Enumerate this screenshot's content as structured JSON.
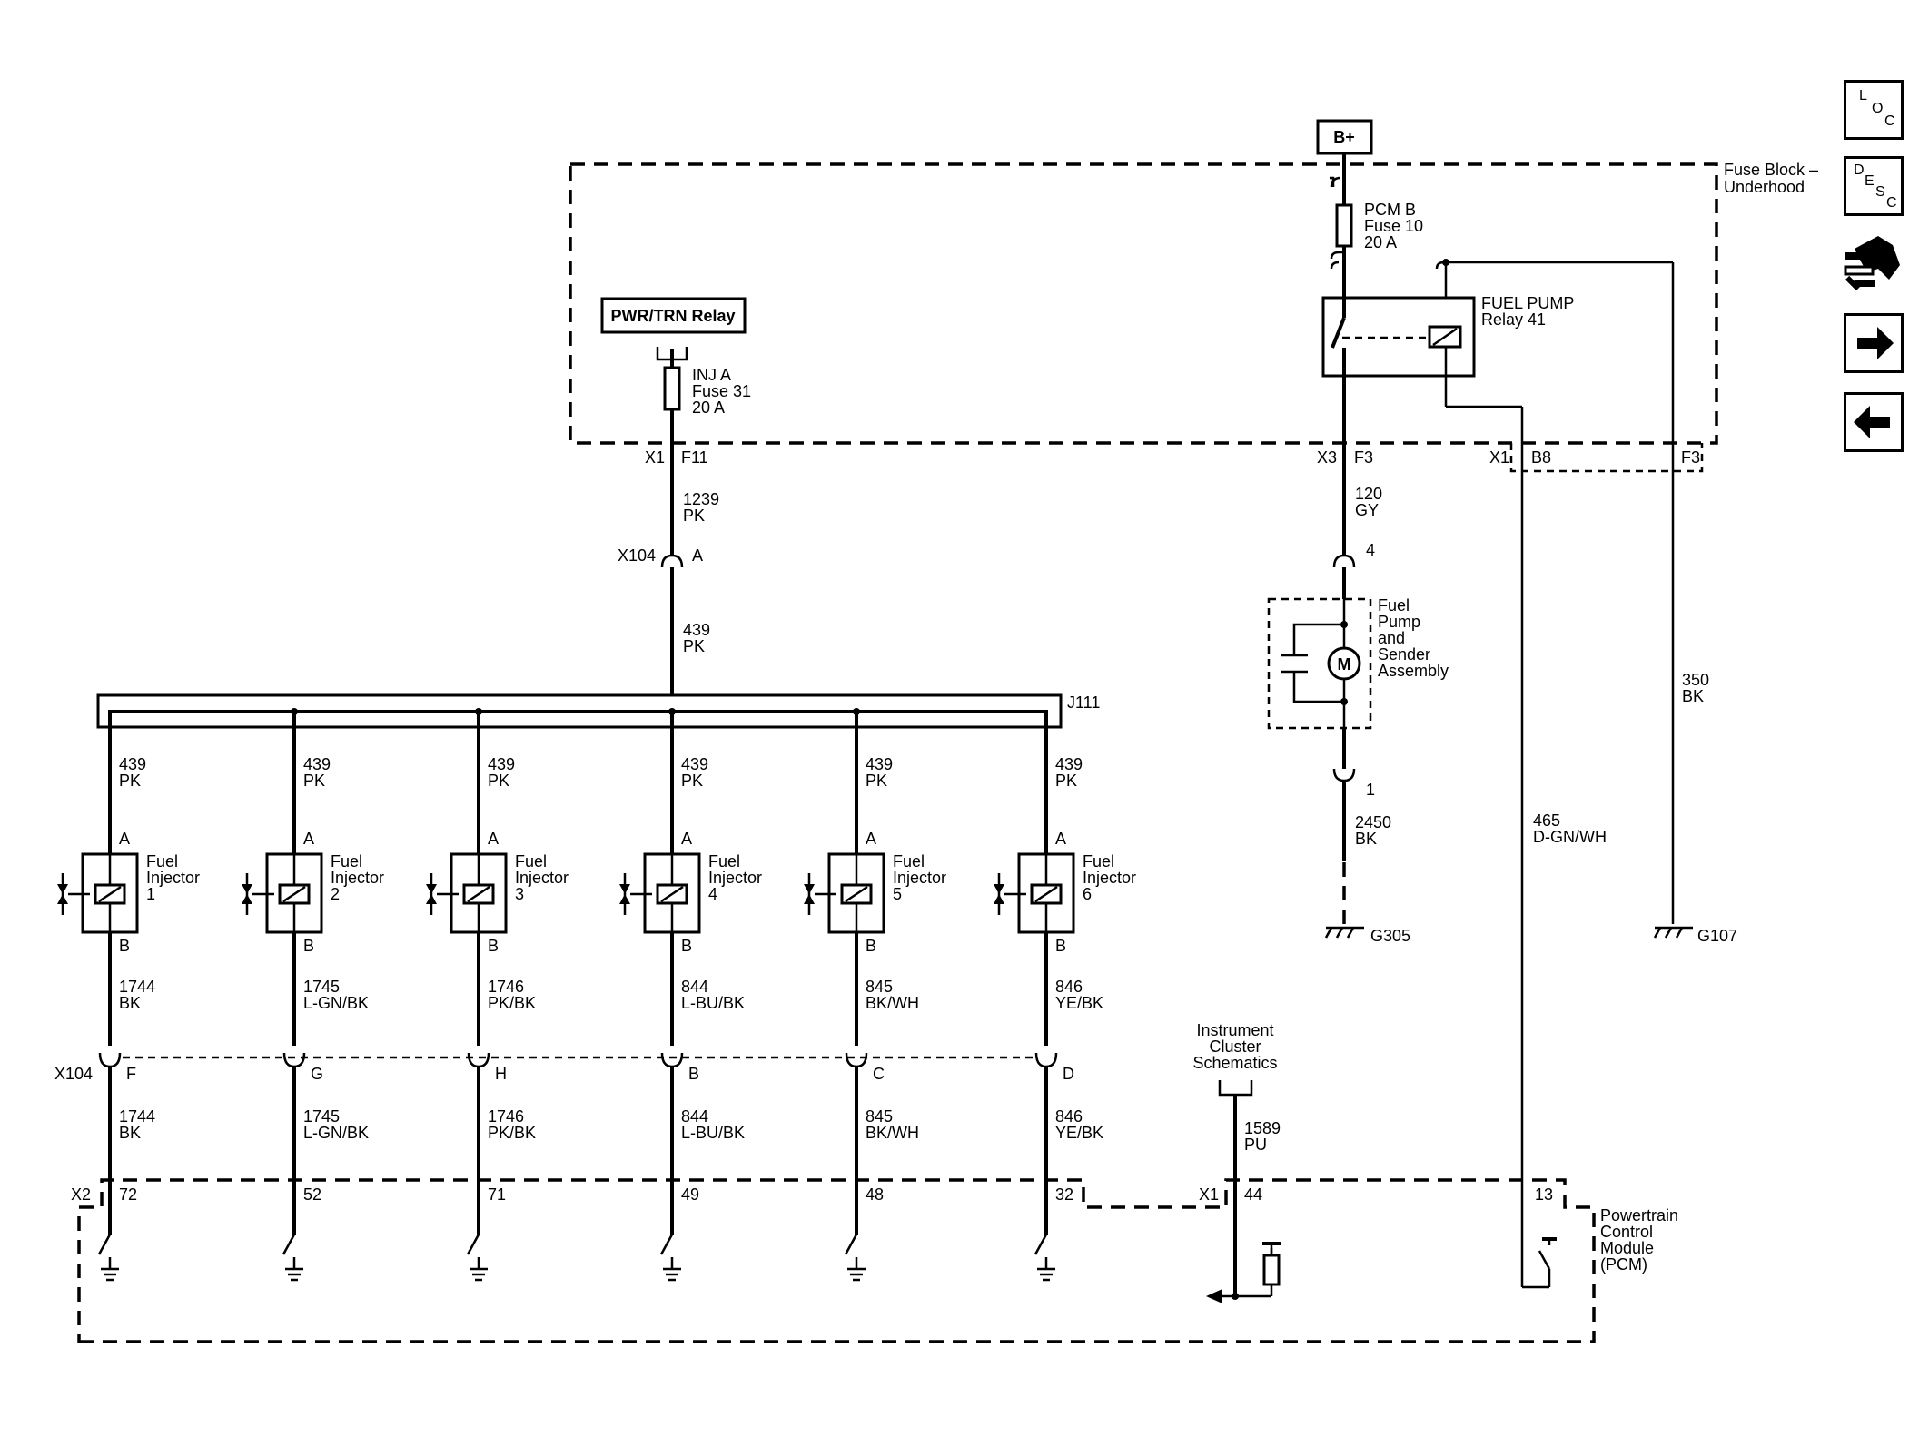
{
  "nav": {
    "loc": [
      "L",
      "O",
      "C"
    ],
    "desc": [
      "D",
      "E",
      "S",
      "C"
    ],
    "connector_icon": "connector-end-view-icon",
    "next_icon": "arrow-right-icon",
    "prev_icon": "arrow-left-icon"
  },
  "supply": {
    "battery": "B+"
  },
  "fuse_block": {
    "title": [
      "Fuse Block –",
      "Underhood"
    ]
  },
  "fuse_pcmb": {
    "lines": [
      "PCM B",
      "Fuse 10",
      "20 A"
    ]
  },
  "fuel_pump_relay": {
    "lines": [
      "FUEL PUMP",
      "Relay 41"
    ]
  },
  "pwr_relay": {
    "label": "PWR/TRN Relay"
  },
  "fuse_inj": {
    "lines": [
      "INJ A",
      "Fuse 31",
      "20 A"
    ]
  },
  "terminals": {
    "x1": "X1",
    "f11": "F11",
    "x3": "X3",
    "f3a": "F3",
    "x1b": "X1",
    "b8": "B8",
    "f3b": "F3",
    "x104": "X104",
    "pin_a": "A",
    "pin_4": "4",
    "pin_1": "1",
    "x104b": "X104",
    "x2": "X2",
    "x1c": "X1",
    "pin_44": "44",
    "pin_13": "13"
  },
  "wires": {
    "w1239": [
      "1239",
      "PK"
    ],
    "w439": [
      "439",
      "PK"
    ],
    "w120": [
      "120",
      "GY"
    ],
    "w350": [
      "350",
      "BK"
    ],
    "w2450": [
      "2450",
      "BK"
    ],
    "w465": [
      "465",
      "D-GN/WH"
    ],
    "w1589": [
      "1589",
      "PU"
    ]
  },
  "splice": {
    "label": "J111"
  },
  "fuel_pump": {
    "lines": [
      "Fuel",
      "Pump",
      "and",
      "Sender",
      "Assembly"
    ],
    "motor": "M"
  },
  "grounds": {
    "g305": "G305",
    "g107": "G107"
  },
  "instrument": {
    "lines": [
      "Instrument",
      "Cluster",
      "Schematics"
    ]
  },
  "pcm": {
    "lines": [
      "Powertrain",
      "Control",
      "Module",
      "(PCM)"
    ]
  },
  "injectors": [
    {
      "name": [
        "Fuel",
        "Injector",
        "1"
      ],
      "pinA": "A",
      "pinB": "B",
      "feed": [
        "439",
        "PK"
      ],
      "out": [
        "1744",
        "BK"
      ],
      "x104": "F",
      "x2": "72"
    },
    {
      "name": [
        "Fuel",
        "Injector",
        "2"
      ],
      "pinA": "A",
      "pinB": "B",
      "feed": [
        "439",
        "PK"
      ],
      "out": [
        "1745",
        "L-GN/BK"
      ],
      "x104": "G",
      "x2": "52"
    },
    {
      "name": [
        "Fuel",
        "Injector",
        "3"
      ],
      "pinA": "A",
      "pinB": "B",
      "feed": [
        "439",
        "PK"
      ],
      "out": [
        "1746",
        "PK/BK"
      ],
      "x104": "H",
      "x2": "71"
    },
    {
      "name": [
        "Fuel",
        "Injector",
        "4"
      ],
      "pinA": "A",
      "pinB": "B",
      "feed": [
        "439",
        "PK"
      ],
      "out": [
        "844",
        "L-BU/BK"
      ],
      "x104": "B",
      "x2": "49"
    },
    {
      "name": [
        "Fuel",
        "Injector",
        "5"
      ],
      "pinA": "A",
      "pinB": "B",
      "feed": [
        "439",
        "PK"
      ],
      "out": [
        "845",
        "BK/WH"
      ],
      "x104": "C",
      "x2": "48"
    },
    {
      "name": [
        "Fuel",
        "Injector",
        "6"
      ],
      "pinA": "A",
      "pinB": "B",
      "feed": [
        "439",
        "PK"
      ],
      "out": [
        "846",
        "YE/BK"
      ],
      "x104": "D",
      "x2": "32"
    }
  ]
}
